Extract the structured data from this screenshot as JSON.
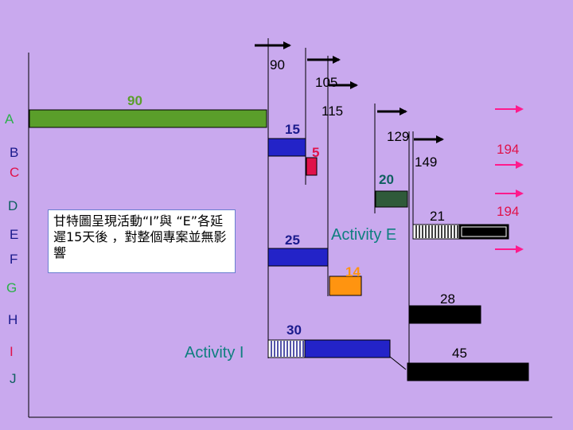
{
  "colors": {
    "background": "#c9a9ee",
    "green": "#5a9e2a",
    "dark_green": "#2f5a3a",
    "blue": "#2323c8",
    "red": "#e0124a",
    "orange": "#ff9410",
    "black": "#000000",
    "pink_arrow": "#ff1a8c",
    "teal": "#0f7f7f",
    "navy": "#1a1a8c"
  },
  "rows": [
    {
      "label": "A",
      "color": "#2bb04a"
    },
    {
      "label": "B",
      "color": "#1a1a8c"
    },
    {
      "label": "C",
      "color": "#e0124a"
    },
    {
      "label": "D",
      "color": "#0f5f5f"
    },
    {
      "label": "E",
      "color": "#1a1a8c"
    },
    {
      "label": "F",
      "color": "#1a1a8c"
    },
    {
      "label": "G",
      "color": "#2bb04a"
    },
    {
      "label": "H",
      "color": "#1a1a8c"
    },
    {
      "label": "I",
      "color": "#e0124a"
    },
    {
      "label": "J",
      "color": "#0f5f5f"
    }
  ],
  "labels": {
    "n90_top": "90",
    "n105": "105",
    "n90_bar": "90",
    "n115": "115",
    "n15": "15",
    "n129": "129",
    "n5": "5",
    "n149": "149",
    "n194_top": "194",
    "n20": "20",
    "n21": "21",
    "n194_mid": "194",
    "n25": "25",
    "n14": "14",
    "n28": "28",
    "n30": "30",
    "n45": "45"
  },
  "note_text": "甘特圖呈現活動“I”與 “E”各延遲15天後 ，對整個專案並無影響",
  "activity_labels": {
    "activity_e": "Activity E",
    "activity_i": "Activity I"
  }
}
